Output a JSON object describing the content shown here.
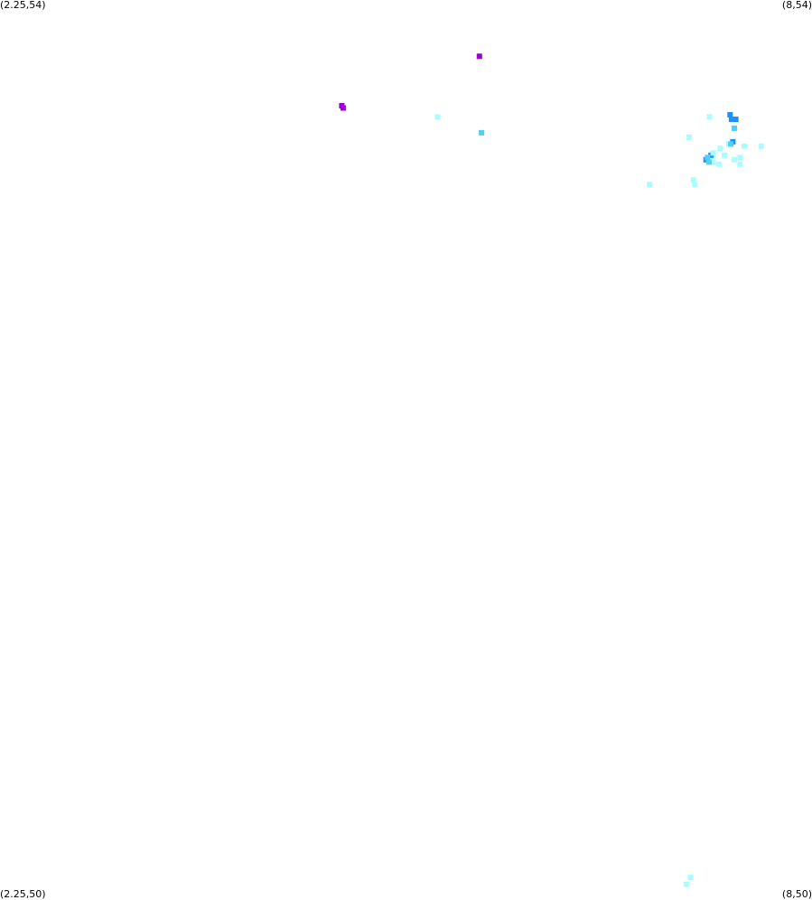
{
  "labels": {
    "top_left": "(2.25,54)",
    "top_right": "(8,54)",
    "bottom_left": "(2.25,50)",
    "bottom_right": "(8,50)"
  },
  "colors": {
    "light": "#a9fdfd",
    "cyan": "#4fd0f4",
    "blue": "#1e90ff",
    "purple": "#9b00d3"
  },
  "chart_data": {
    "type": "scatter",
    "x_range": [
      2.25,
      8
    ],
    "y_range": [
      50,
      54
    ],
    "points": [
      {
        "x": 5.645,
        "y": 53.75,
        "level": "purple"
      },
      {
        "x": 4.67,
        "y": 53.53,
        "level": "purple"
      },
      {
        "x": 4.68,
        "y": 53.52,
        "level": "purple"
      },
      {
        "x": 5.35,
        "y": 53.48,
        "level": "light"
      },
      {
        "x": 5.66,
        "y": 53.41,
        "level": "cyan"
      },
      {
        "x": 7.275,
        "y": 53.48,
        "level": "light"
      },
      {
        "x": 7.13,
        "y": 53.39,
        "level": "light"
      },
      {
        "x": 7.35,
        "y": 53.34,
        "level": "light"
      },
      {
        "x": 7.3,
        "y": 53.31,
        "level": "light"
      },
      {
        "x": 7.41,
        "y": 53.36,
        "level": "light"
      },
      {
        "x": 7.38,
        "y": 53.31,
        "level": "light"
      },
      {
        "x": 7.45,
        "y": 53.29,
        "level": "light"
      },
      {
        "x": 7.3,
        "y": 53.28,
        "level": "light"
      },
      {
        "x": 7.49,
        "y": 53.3,
        "level": "light"
      },
      {
        "x": 7.34,
        "y": 53.27,
        "level": "light"
      },
      {
        "x": 7.49,
        "y": 53.27,
        "level": "light"
      },
      {
        "x": 7.52,
        "y": 53.35,
        "level": "light"
      },
      {
        "x": 7.64,
        "y": 53.35,
        "level": "light"
      },
      {
        "x": 7.16,
        "y": 53.2,
        "level": "light"
      },
      {
        "x": 7.17,
        "y": 53.18,
        "level": "light"
      },
      {
        "x": 6.85,
        "y": 53.18,
        "level": "light"
      },
      {
        "x": 7.11,
        "y": 50.07,
        "level": "light"
      },
      {
        "x": 7.14,
        "y": 50.1,
        "level": "light"
      },
      {
        "x": 7.42,
        "y": 53.49,
        "level": "blue"
      },
      {
        "x": 7.43,
        "y": 53.47,
        "level": "blue"
      },
      {
        "x": 7.46,
        "y": 53.47,
        "level": "blue"
      },
      {
        "x": 7.45,
        "y": 53.43,
        "level": "cyan"
      },
      {
        "x": 7.44,
        "y": 53.37,
        "level": "blue"
      },
      {
        "x": 7.425,
        "y": 53.36,
        "level": "cyan"
      },
      {
        "x": 7.285,
        "y": 53.31,
        "level": "blue"
      },
      {
        "x": 7.25,
        "y": 53.29,
        "level": "blue"
      },
      {
        "x": 7.27,
        "y": 53.28,
        "level": "cyan"
      },
      {
        "x": 7.26,
        "y": 53.3,
        "level": "cyan"
      },
      {
        "x": 7.3,
        "y": 53.32,
        "level": "light"
      }
    ]
  }
}
